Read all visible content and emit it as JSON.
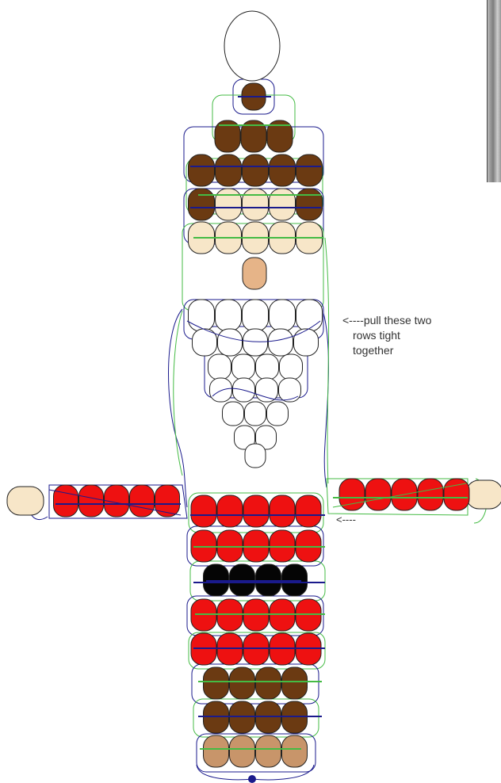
{
  "colors": {
    "brown": "#6b3a12",
    "skin": "#f7e6c8",
    "nose": "#e6b488",
    "white": "#ffffff",
    "red": "#ee1111",
    "black": "#050505",
    "tan": "#c8956a",
    "outline": "#222222",
    "thread_blue": "#1a1a8c",
    "thread_green": "#44bb44"
  },
  "annotations": {
    "pull_tight_line1": "<----pull these two",
    "pull_tight_line2": "rows tight",
    "pull_tight_line3": "together",
    "arms_arrow": "<----"
  },
  "bead_rows": [
    {
      "part": "head-ring",
      "color": "white",
      "count": 1,
      "kind": "ring"
    },
    {
      "part": "hat",
      "color": "brown",
      "count": 1
    },
    {
      "part": "hat",
      "color": "brown",
      "count": 3
    },
    {
      "part": "hat",
      "color": "brown",
      "count": 5
    },
    {
      "part": "face",
      "pattern": [
        "brown",
        "skin",
        "skin",
        "skin",
        "brown"
      ]
    },
    {
      "part": "face",
      "color": "skin",
      "count": 5
    },
    {
      "part": "nose",
      "color": "nose",
      "count": 1
    },
    {
      "part": "beard",
      "color": "white",
      "count": 5
    },
    {
      "part": "beard",
      "color": "white",
      "count": 5
    },
    {
      "part": "beard",
      "color": "white",
      "count": 4
    },
    {
      "part": "beard",
      "color": "white",
      "count": 4
    },
    {
      "part": "beard",
      "color": "white",
      "count": 3
    },
    {
      "part": "beard",
      "color": "white",
      "count": 2
    },
    {
      "part": "beard",
      "color": "white",
      "count": 1
    },
    {
      "part": "left-arm",
      "pattern": [
        "skin",
        "red",
        "red",
        "red",
        "red",
        "red"
      ]
    },
    {
      "part": "right-arm",
      "pattern": [
        "red",
        "red",
        "red",
        "red",
        "red",
        "skin"
      ]
    },
    {
      "part": "jacket",
      "color": "red",
      "count": 5
    },
    {
      "part": "jacket",
      "color": "red",
      "count": 5
    },
    {
      "part": "belt",
      "color": "black",
      "count": 4
    },
    {
      "part": "jacket",
      "color": "red",
      "count": 5
    },
    {
      "part": "jacket",
      "color": "red",
      "count": 5
    },
    {
      "part": "legs",
      "color": "brown",
      "count": 4
    },
    {
      "part": "legs",
      "color": "brown",
      "count": 4
    },
    {
      "part": "boots",
      "color": "tan",
      "count": 4
    }
  ]
}
